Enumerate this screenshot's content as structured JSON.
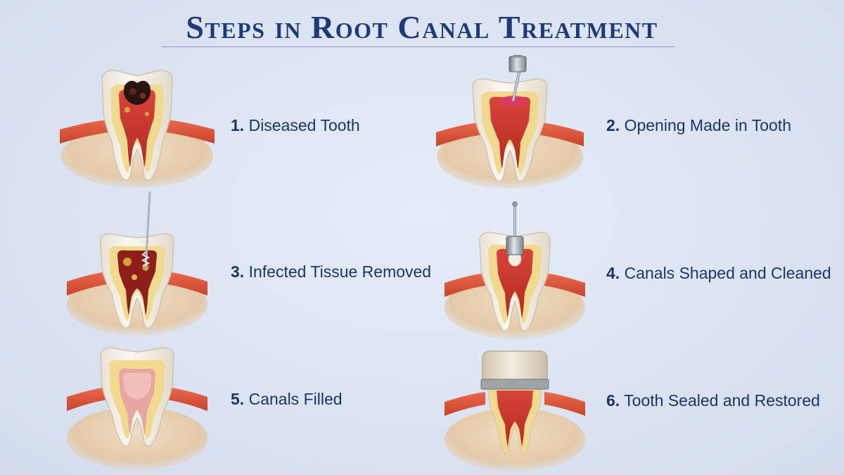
{
  "title": "Steps in Root Canal Treatment",
  "steps": [
    {
      "number": "1.",
      "label": "Diseased Tooth",
      "illustration": "diseased-tooth-icon"
    },
    {
      "number": "2.",
      "label": "Opening Made in Tooth",
      "illustration": "opening-drill-tooth-icon"
    },
    {
      "number": "3.",
      "label": "Infected Tissue Removed",
      "illustration": "file-removing-tissue-icon"
    },
    {
      "number": "4.",
      "label": "Canals Shaped and Cleaned",
      "illustration": "canal-cleaning-tooth-icon"
    },
    {
      "number": "5.",
      "label": "Canals Filled",
      "illustration": "filled-canals-tooth-icon"
    },
    {
      "number": "6.",
      "label": "Tooth Sealed and Restored",
      "illustration": "crowned-tooth-icon"
    }
  ],
  "colors": {
    "title": "#1d3a7a",
    "label": "#1b3569",
    "gum": "#e0563a",
    "bone": "#e9d3b8",
    "enamel": "#f6f1e6",
    "dentin": "#f1d98f",
    "pulp": "#c7362a",
    "crown": "#e7dccb",
    "instrument": "#9aa3ab"
  }
}
